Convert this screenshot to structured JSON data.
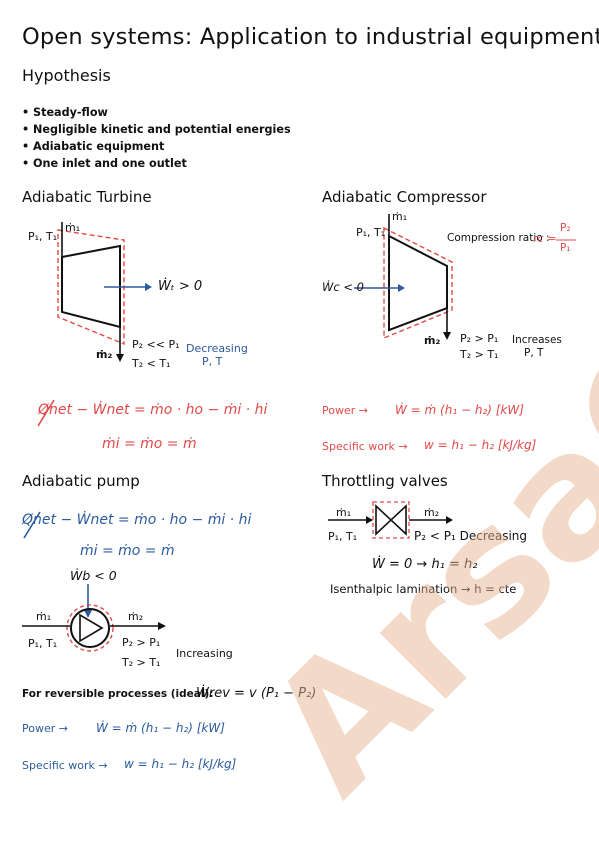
{
  "title": "Open systems: Application to industrial equipment",
  "hypothesis": {
    "heading": "Hypothesis",
    "items": [
      "Steady-flow",
      "Negligible kinetic and potential energies",
      "Adiabatic equipment",
      "One inlet and one outlet"
    ]
  },
  "turbine": {
    "heading": "Adiabatic Turbine",
    "inlet_label": "P₁, T₁",
    "mdot_in": "ṁ₁",
    "work_label": "Ẇₜ > 0",
    "mdot_out": "ṁ₂",
    "p_relation": "P₂ << P₁",
    "t_relation": "T₂ < T₁",
    "note_line1": "Decreasing",
    "note_line2": "P, T",
    "energy_eq": "Q̸net − Ẇnet = ṁo · ho − ṁi · hi",
    "mass_eq": "ṁi = ṁo = ṁ"
  },
  "compressor": {
    "heading": "Adiabatic Compressor",
    "inlet_label": "P₁, T₁",
    "mdot_in": "ṁ₁",
    "ratio_label": "Compression ratio :",
    "ratio_symbol": "rc =",
    "ratio_num": "P₂",
    "ratio_den": "P₁",
    "work_label": "Ẇc < 0",
    "mdot_out": "ṁ₂",
    "p_relation": "P₂ > P₁",
    "t_relation": "T₂ > T₁",
    "note_line1": "Increases",
    "note_line2": "P, T",
    "power_label": "Power →",
    "power_eq": "Ẇ = ṁ (h₁ − h₂)  [kW]",
    "sw_label": "Specific work →",
    "sw_eq": "w = h₁ − h₂  [kJ/kg]"
  },
  "pump": {
    "heading": "Adiabatic pump",
    "energy_eq": "Q̸net − Ẇnet = ṁo · ho − ṁi · hi",
    "mass_eq": "ṁi = ṁo = ṁ",
    "work_label": "Ẇb < 0",
    "mdot_in": "ṁ₁",
    "mdot_out": "ṁ₂",
    "inlet_label": "P₁, T₁",
    "p_relation": "P₂ > P₁",
    "t_relation": "T₂ > T₁",
    "note": "Increasing",
    "reversible_label": "For reversible processes (ideal):",
    "reversible_eq": "Ẇrev = v (P₁ − P₂)",
    "power_label": "Power →",
    "power_eq": "Ẇ = ṁ (h₁ − h₂)  [kW]",
    "sw_label": "Specific work →",
    "sw_eq": "w = h₁ − h₂  [kJ/kg]"
  },
  "valves": {
    "heading": "Throttling valves",
    "mdot_in": "ṁ₁",
    "mdot_out": "ṁ₂",
    "inlet_label": "P₁, T₁",
    "p_relation": "P₂ < P₁ Decreasing",
    "work_eq": "Ẇ = 0  →  h₁ = h₂",
    "isenthalpic": "Isenthalpic lamination → h = cte"
  },
  "watermark": "ArsaCG",
  "colors": {
    "blue": "#2b5b9e",
    "red": "#e24a4a",
    "watermark": "#e8b48f"
  }
}
